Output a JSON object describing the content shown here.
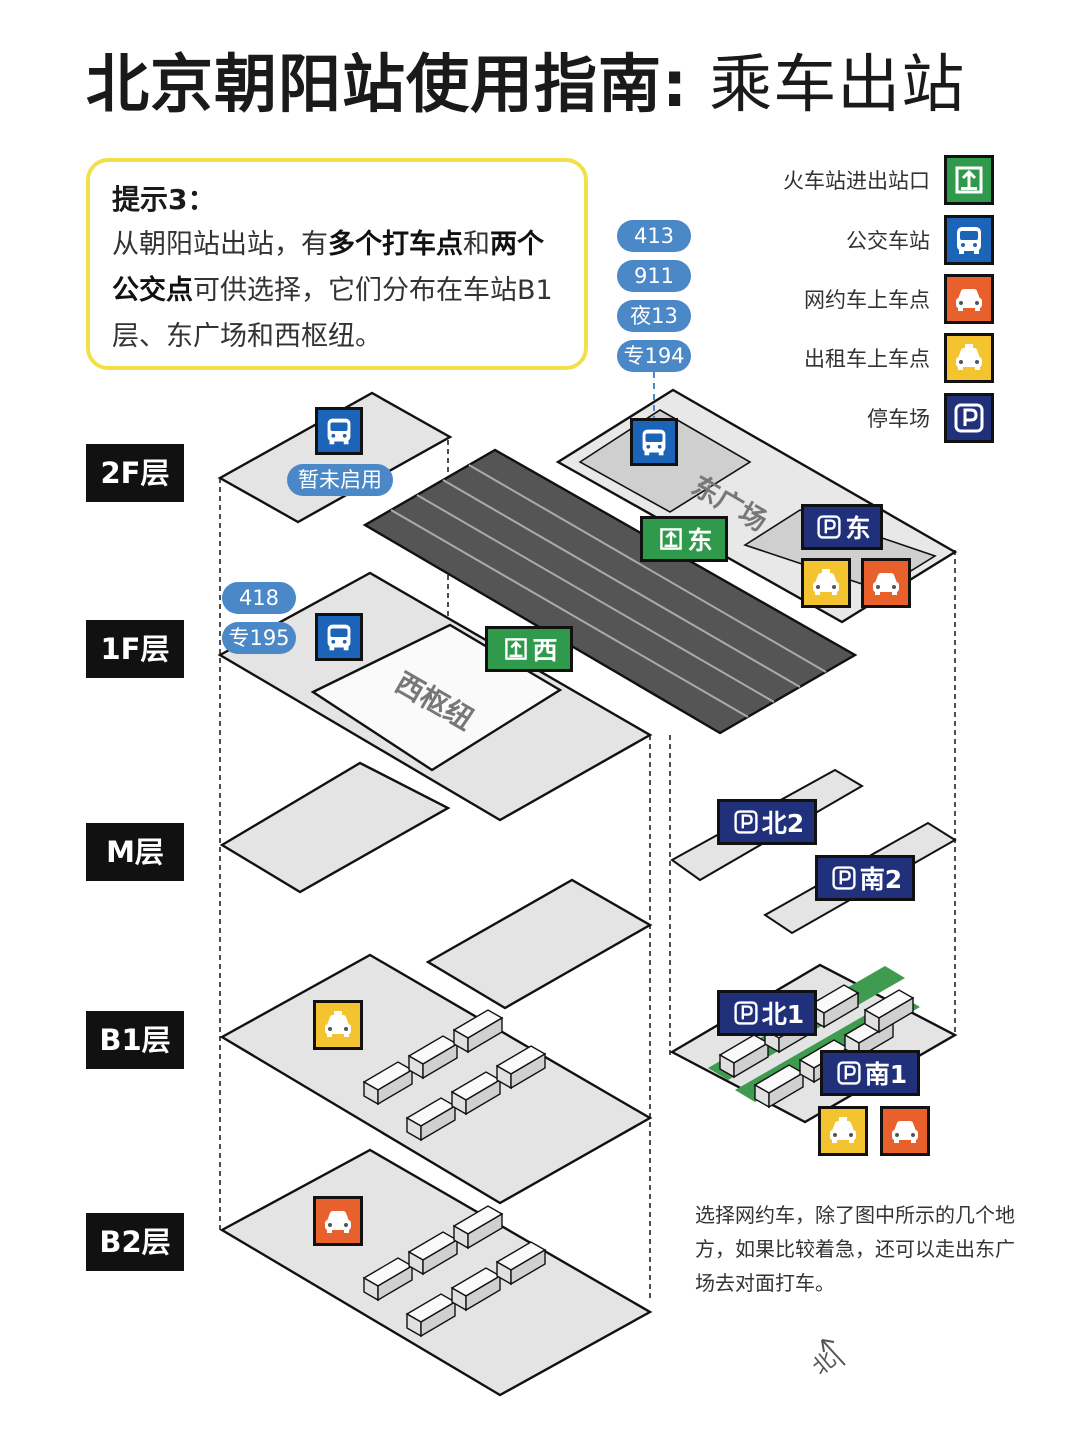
{
  "title": {
    "bold": "北京朝阳站使用指南",
    "colon": ":",
    "light": "乘车出站"
  },
  "tip": {
    "head": "提示3：",
    "body_parts": [
      "从朝阳站出站，有",
      "多个打车点",
      "和",
      "两个公交点",
      "可供选择，它们分布在车站B1层、东广场和西枢纽。"
    ]
  },
  "legend": [
    {
      "label": "火车站进出站口",
      "icon": "exit-icon",
      "color": "#2f9a4b"
    },
    {
      "label": "公交车站",
      "icon": "bus-icon",
      "color": "#1c64b8"
    },
    {
      "label": "网约车上车点",
      "icon": "car-icon",
      "color": "#e8602c"
    },
    {
      "label": "出租车上车点",
      "icon": "taxi-icon",
      "color": "#f4c430"
    },
    {
      "label": "停车场",
      "icon": "parking-icon",
      "color": "#21307a"
    }
  ],
  "floors": [
    "2F层",
    "1F层",
    "M层",
    "B1层",
    "B2层"
  ],
  "bus_routes_east": [
    "413",
    "911",
    "夜13",
    "专194"
  ],
  "bus_routes_west": [
    "418",
    "专195"
  ],
  "labels": {
    "not_in_use": "暂未启用",
    "east_plaza": "东广场",
    "west_hub": "西枢纽",
    "exit_east": "东",
    "exit_west": "西",
    "parking_east": "东",
    "parking_north2": "北2",
    "parking_south2": "南2",
    "parking_north1": "北1",
    "parking_south1": "南1",
    "compass": "北"
  },
  "note": "选择网约车，除了图中所示的几个地方，如果比较着急，还可以走出东广场去对面打车。"
}
